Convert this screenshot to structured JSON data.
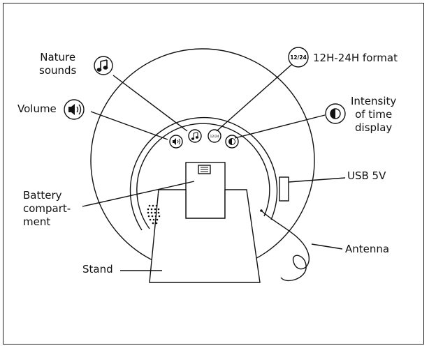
{
  "labels": {
    "nature_sounds": [
      "Nature",
      "sounds"
    ],
    "format": "12H-24H format",
    "volume": "Volume",
    "intensity": [
      "Intensity",
      "of time",
      "display"
    ],
    "usb": "USB 5V",
    "battery": [
      "Battery",
      "compart-",
      "ment"
    ],
    "antenna": "Antenna",
    "stand": "Stand"
  },
  "icons": {
    "format_text": "12/24",
    "small_format_text": "12/24"
  }
}
